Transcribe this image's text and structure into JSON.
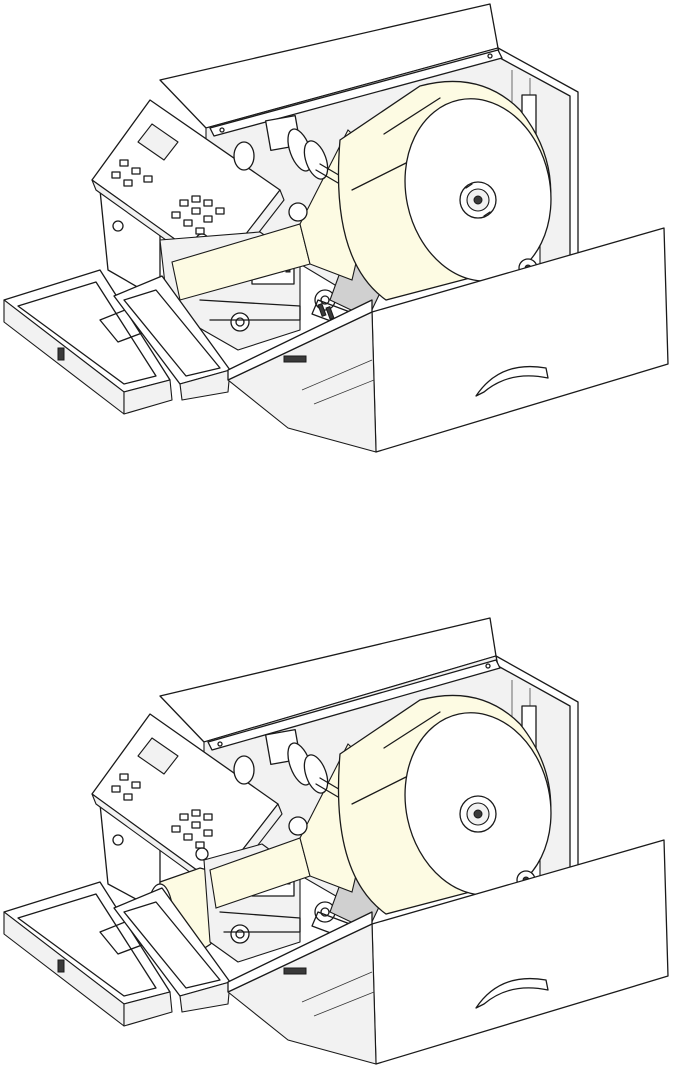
{
  "figures": [
    {
      "id": "printer-view-1",
      "state": "label roll loaded, liner path straight"
    },
    {
      "id": "printer-view-2",
      "state": "label roll loaded, liner rewound on take-up roll"
    }
  ],
  "colors": {
    "outline": "#1a1a1a",
    "label_roll": "#fdfbe3",
    "liner": "#d0d0d0",
    "body": "#ffffff",
    "shade": "#f2f2f2"
  },
  "icons": [
    "printer-illustration",
    "keypad-icon",
    "display-icon"
  ]
}
